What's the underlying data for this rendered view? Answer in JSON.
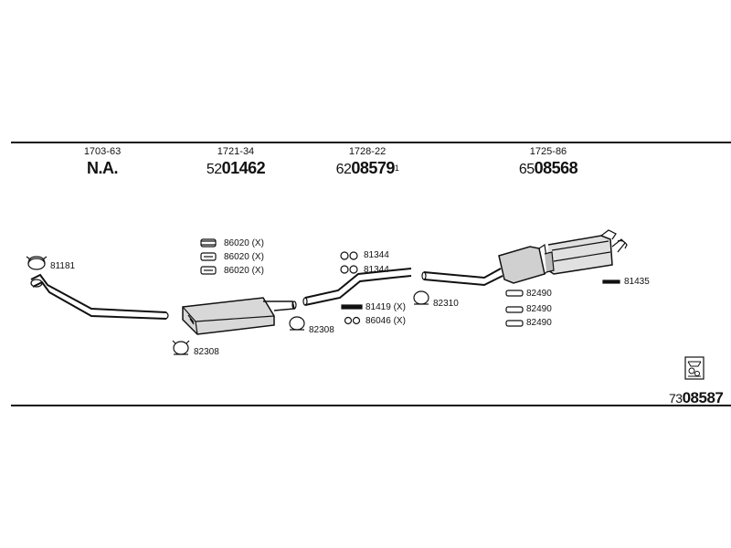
{
  "columns": [
    {
      "ref": "1703-63",
      "prefix": "",
      "number": "N.A.",
      "sup": ""
    },
    {
      "ref": "1721-34",
      "prefix": "52",
      "number": "01462",
      "sup": ""
    },
    {
      "ref": "1728-22",
      "prefix": "62",
      "number": "08579",
      "sup": "1"
    },
    {
      "ref": "1725-86",
      "prefix": "65",
      "number": "08568",
      "sup": ""
    }
  ],
  "parts": {
    "clamp_front": "81181",
    "gasket_1": "86020 (X)",
    "gasket_2": "86020 (X)",
    "gasket_3": "86020 (X)",
    "clamp_front_muffler": "82308",
    "clamp_mid_1": "82308",
    "ring_1": "81344",
    "ring_2": "81344",
    "mount_1": "81419 (X)",
    "mount_2": "86046 (X)",
    "clamp_mid_2": "82310",
    "hanger_1": "82490",
    "hanger_2": "82490",
    "hanger_3": "82490",
    "rear_mount": "81435"
  },
  "total": {
    "prefix": "73",
    "number": "08587"
  }
}
